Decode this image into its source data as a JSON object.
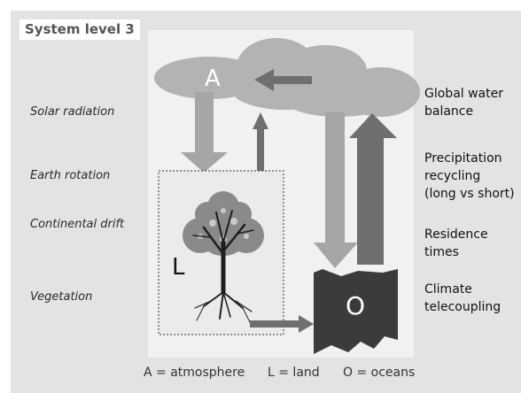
{
  "title": "System level 3",
  "left_labels": [
    "Solar radiation",
    "Earth rotation",
    "Continental drift",
    "Vegetation"
  ],
  "right_labels": {
    "global_water_balance": [
      "Global water",
      "balance"
    ],
    "precipitation_recycling": [
      "Precipitation",
      "recycling",
      "(long vs short)"
    ],
    "residence_times": [
      "Residence",
      "times"
    ],
    "climate_telecoupling": [
      "Climate",
      "telecoupling"
    ]
  },
  "nodes": {
    "atmosphere": "A",
    "land": "L",
    "oceans": "O"
  },
  "legend": {
    "atmosphere": "A = atmosphere",
    "land": "L = land",
    "oceans": "O = oceans"
  },
  "colors": {
    "background": "#e3e3e3",
    "panel": "#f1f1f1",
    "cloud": "#b3b3b3",
    "arrow_light": "#a6a6a6",
    "arrow_dark": "#6f6f6f",
    "ocean": "#3b3b3b",
    "tree": "#1f1f1f"
  }
}
